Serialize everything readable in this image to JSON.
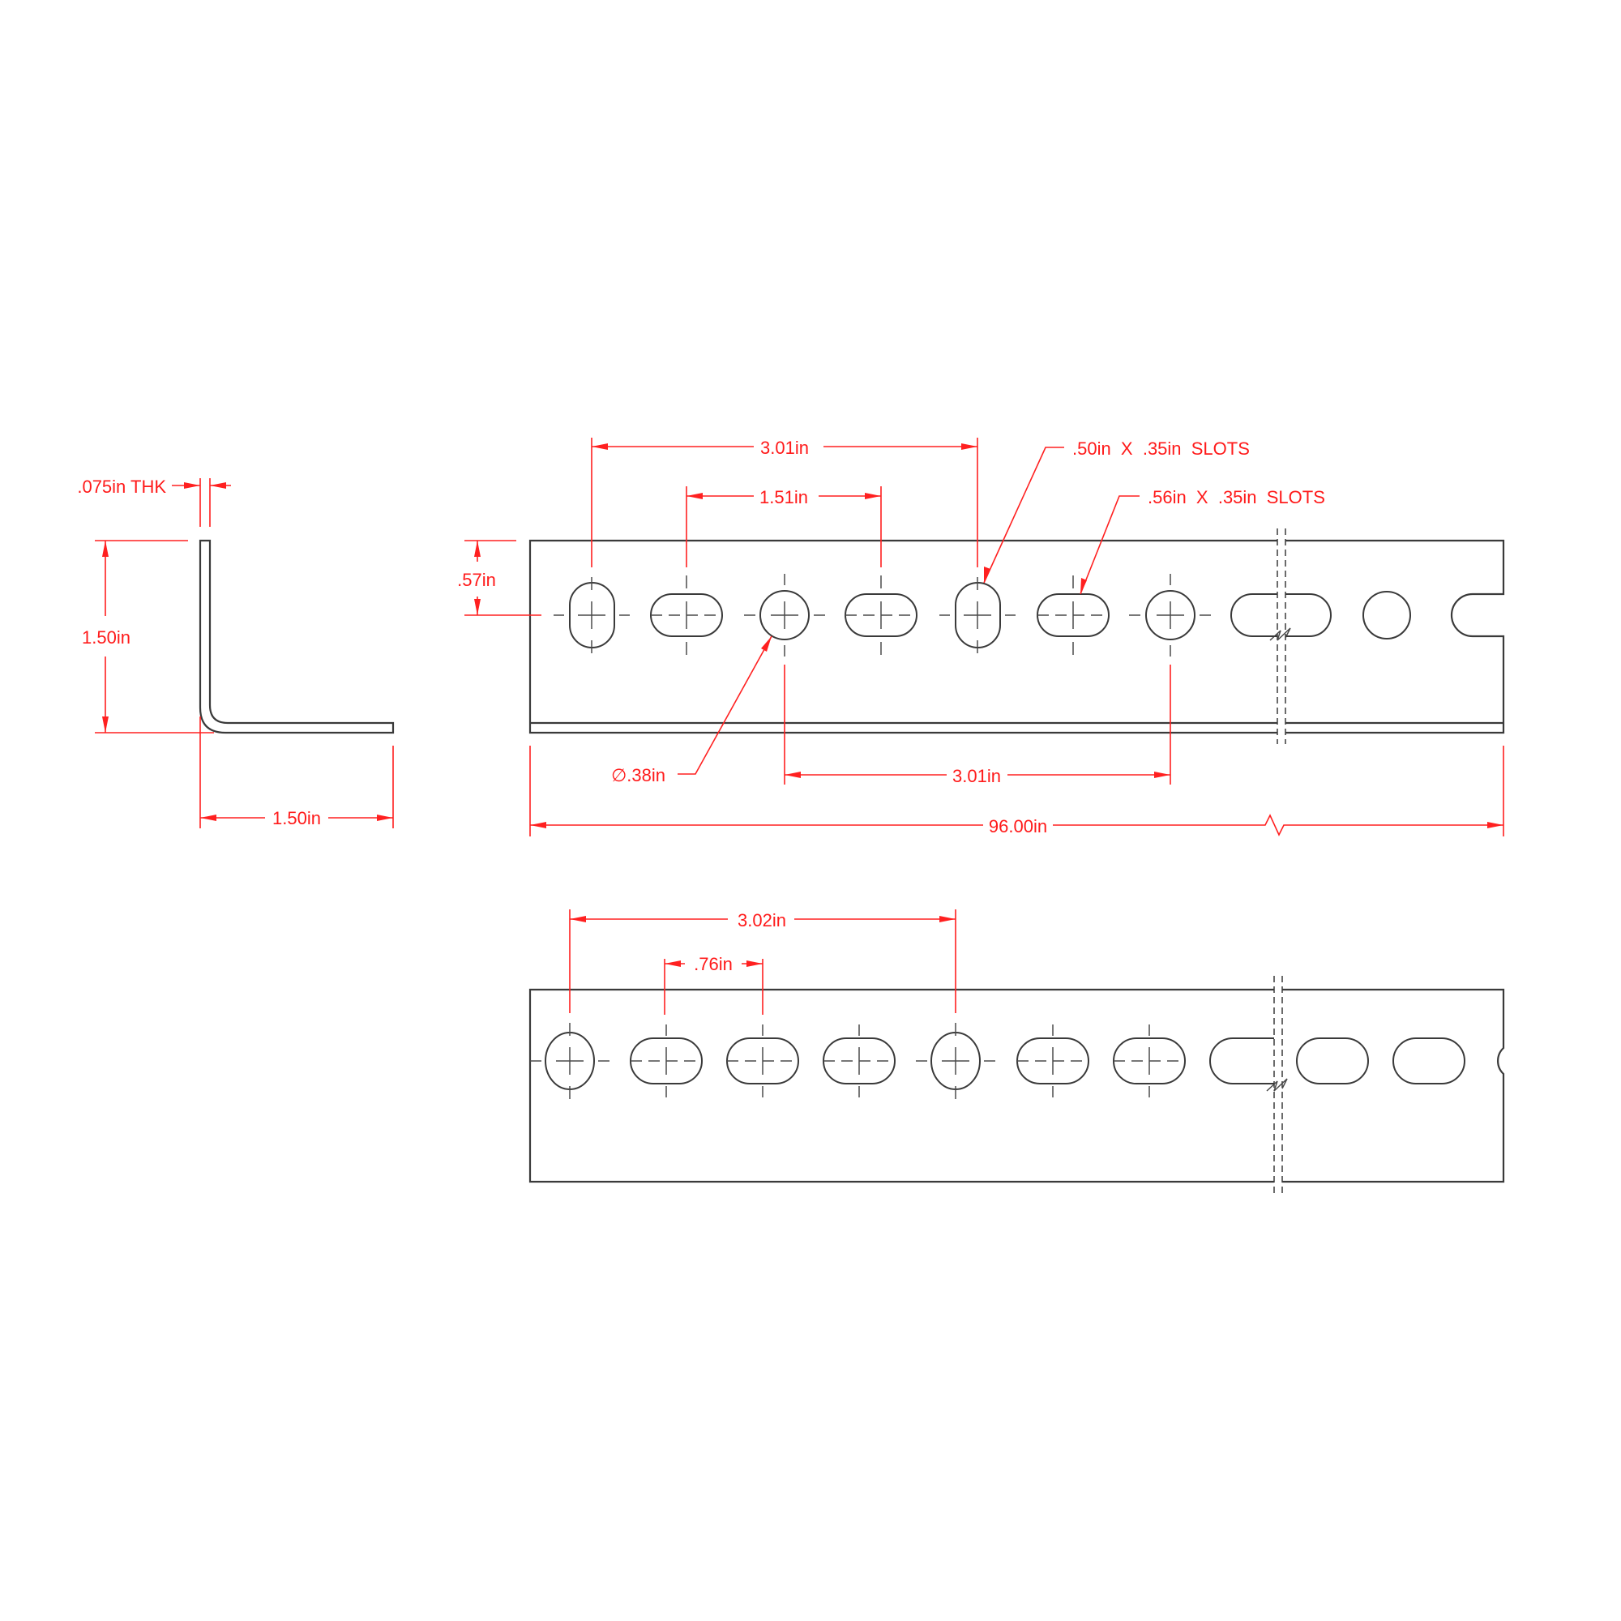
{
  "drawing": {
    "title": "Slotted steel angle — technical drawing",
    "colors": {
      "geometry": "#3a3a3a",
      "dimension": "#ff2020",
      "background": "#ffffff"
    }
  },
  "profile_view": {
    "thickness_label": ".075in THK",
    "height_label": "1.50in",
    "width_label": "1.50in"
  },
  "strip_top": {
    "spacing_outer_label": "3.01in",
    "spacing_inner_label": "1.51in",
    "slot_a_callout": ".50in  X  .35in  SLOTS",
    "slot_b_callout": ".56in  X  .35in  SLOTS",
    "edge_offset_label": ".57in",
    "hole_diameter_label": "∅.38in",
    "spacing_bottom_label": "3.01in",
    "overall_length_label": "96.00in"
  },
  "strip_bottom": {
    "spacing_outer_label": "3.02in",
    "spacing_inner_label": ".76in"
  }
}
